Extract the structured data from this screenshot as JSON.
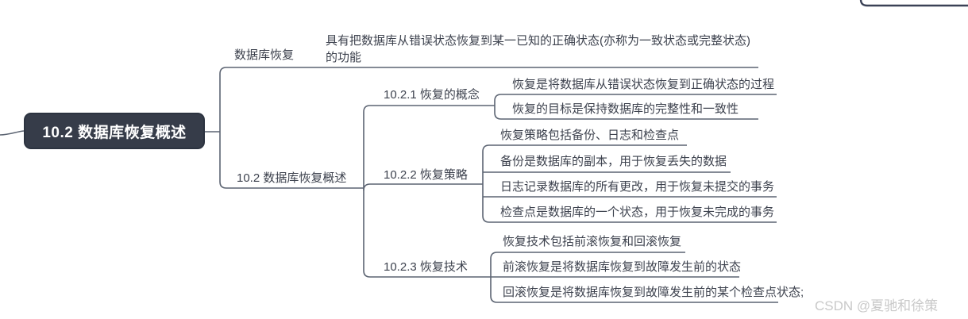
{
  "colors": {
    "root_background": "#363c49",
    "root_text": "#ffffff",
    "branch_line": "#5c6472",
    "topic_text": "#3d424e",
    "cutoff_node_line": "#3a4156",
    "watermark_text": "#c9c9c9"
  },
  "root": {
    "label": "10.2 数据库恢复概述"
  },
  "children": [
    {
      "label": "数据库恢复",
      "desc_lines": [
        "具有把数据库从错误状态恢复到某一已知的正确状态(亦称为一致状态或完整状态)",
        "的功能"
      ]
    },
    {
      "label": "10.2 数据库恢复概述",
      "children": [
        {
          "label": "10.2.1 恢复的概念",
          "children": [
            {
              "label": "恢复是将数据库从错误状态恢复到正确状态的过程"
            },
            {
              "label": "恢复的目标是保持数据库的完整性和一致性"
            }
          ]
        },
        {
          "label": "10.2.2 恢复策略",
          "children": [
            {
              "label": "恢复策略包括备份、日志和检查点"
            },
            {
              "label": "备份是数据库的副本，用于恢复丢失的数据"
            },
            {
              "label": "日志记录数据库的所有更改，用于恢复未提交的事务"
            },
            {
              "label": "检查点是数据库的一个状态，用于恢复未完成的事务"
            }
          ]
        },
        {
          "label": "10.2.3 恢复技术",
          "children": [
            {
              "label": "恢复技术包括前滚恢复和回滚恢复"
            },
            {
              "label": "前滚恢复是将数据库恢复到故障发生前的状态"
            },
            {
              "label": "回滚恢复是将数据库恢复到故障发生前的某个检查点状态;"
            }
          ]
        }
      ]
    }
  ],
  "watermark": {
    "text": "CSDN @夏驰和徐策"
  }
}
